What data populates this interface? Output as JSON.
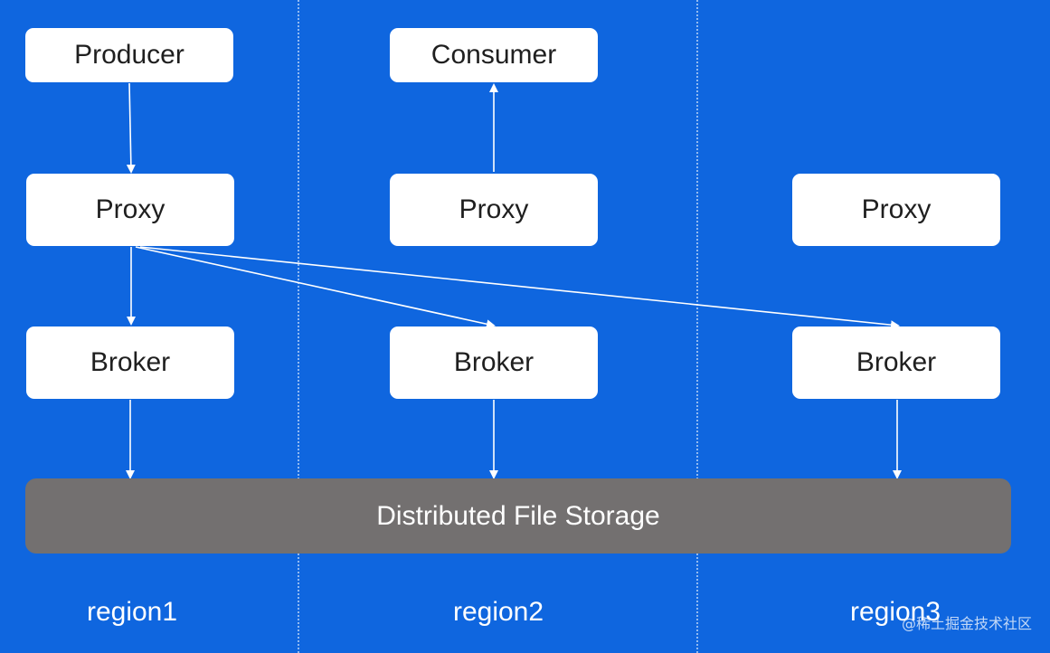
{
  "colors": {
    "background": "#0f66df",
    "node_fill": "#ffffff",
    "storage_fill": "#737070",
    "connector": "#ffffff"
  },
  "regions": [
    {
      "label": "region1"
    },
    {
      "label": "region2"
    },
    {
      "label": "region3"
    }
  ],
  "nodes": {
    "producer": "Producer",
    "consumer": "Consumer",
    "proxy1": "Proxy",
    "proxy2": "Proxy",
    "proxy3": "Proxy",
    "broker1": "Broker",
    "broker2": "Broker",
    "broker3": "Broker"
  },
  "storage": {
    "label": "Distributed File Storage"
  },
  "watermark": "@稀土掘金技术社区"
}
